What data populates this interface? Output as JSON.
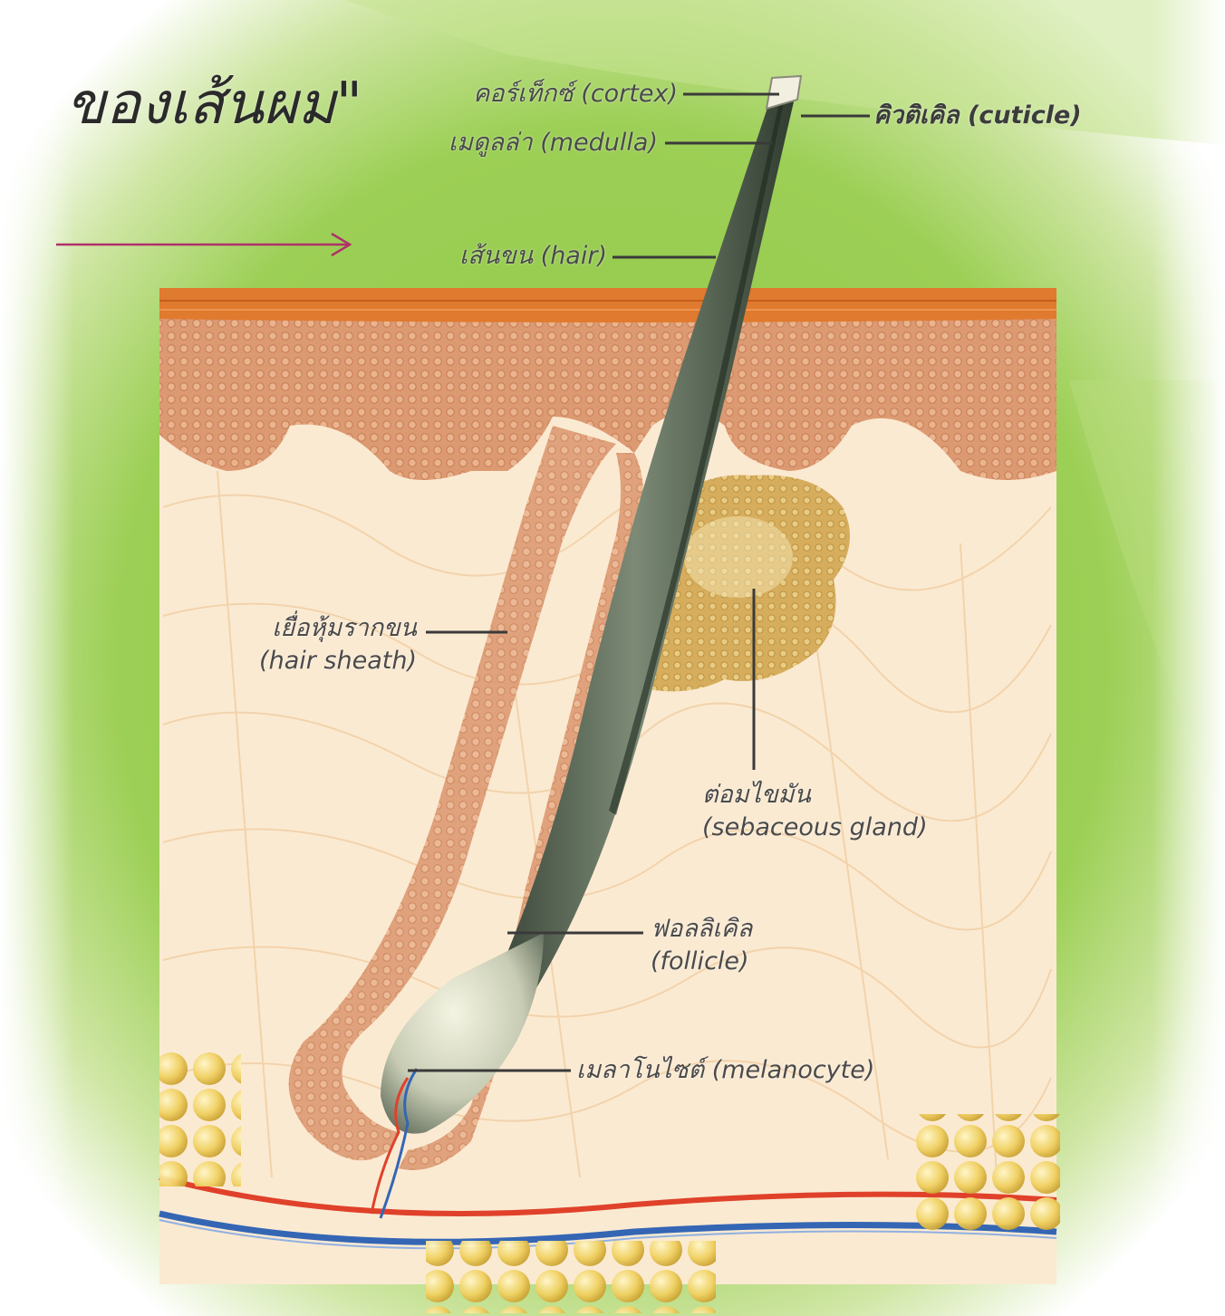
{
  "title": "ของเส้นผม\"",
  "labels": {
    "cortex": "คอร์เท็กซ์ (cortex)",
    "cuticle": "คิวติเคิล (cuticle)",
    "medulla": "เมดูลล่า (medulla)",
    "hair": "เส้นขน (hair)",
    "sheath_th": "เยื่อหุ้มรากขน",
    "sheath_en": "(hair sheath)",
    "gland_th": "ต่อมไขมัน",
    "gland_en": "(sebaceous gland)",
    "follicle_th": "ฟอลลิเคิล",
    "follicle_en": "(follicle)",
    "melanocyte": "เมลาโนไซต์ (melanocyte)"
  },
  "colors": {
    "background_green": "#8cc63f",
    "epidermis": "#d9906a",
    "skin_surface": "#e07a2e",
    "dermis": "#fbead2",
    "hair_shaft": "#4d5a4c",
    "sebaceous_gland": "#d8b060",
    "fat_cells": "#f0d060",
    "artery": "#e0412a",
    "vein": "#3466b4",
    "pointer_arrow": "#b0306a"
  },
  "icons": {
    "pointer": "arrow-right-icon"
  }
}
